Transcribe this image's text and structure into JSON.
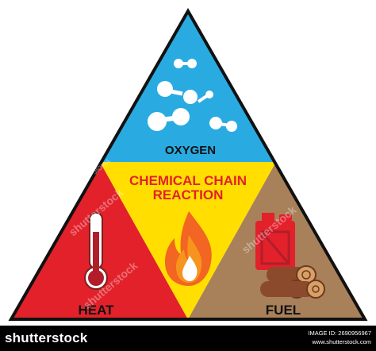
{
  "diagram": {
    "top_label": "OXYGEN",
    "center_label_line1": "CHEMICAL CHAIN",
    "center_label_line2": "REACTION",
    "left_label": "HEAT",
    "right_label": "FUEL",
    "icons": [
      "molecules-icon",
      "thermometer-icon",
      "flame-icon",
      "jerrycan-icon",
      "logs-icon"
    ],
    "colors": {
      "oxygen": "#29abe2",
      "heat": "#e2212b",
      "chain_reaction": "#ffde00",
      "fuel": "#a8805a",
      "outline": "#111111",
      "center_text": "#e2212b"
    }
  },
  "footer": {
    "brand": "shutterstock",
    "image_id": "IMAGE ID: 2690956967",
    "site": "www.shutterstock.com"
  },
  "watermark": {
    "text": "shutterstock",
    "author": "JIOWA"
  }
}
